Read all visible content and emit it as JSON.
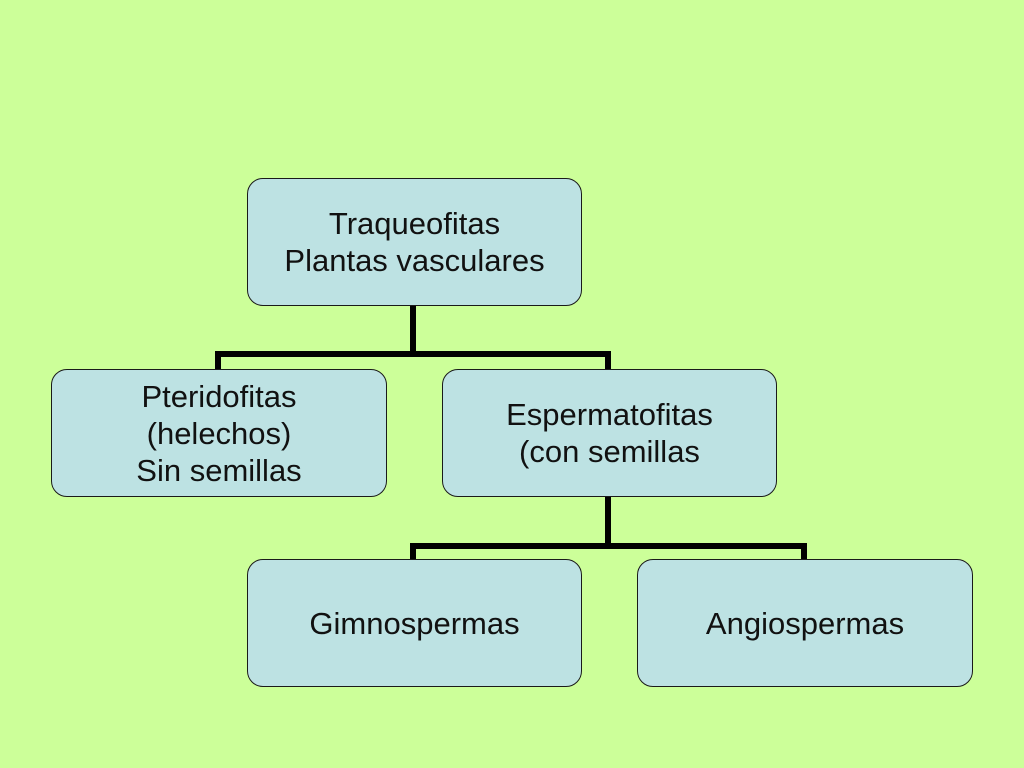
{
  "colors": {
    "background": "#ccff99",
    "node_fill": "#bde2e3",
    "node_border": "#1a1a1a",
    "connector": "#000000",
    "text": "#111111"
  },
  "diagram": {
    "root": {
      "lines": [
        "Traqueofitas",
        "Plantas vasculares"
      ]
    },
    "level1": [
      {
        "lines": [
          "Pteridofitas",
          "(helechos)",
          "Sin semillas"
        ]
      },
      {
        "lines": [
          "Espermatofitas",
          "(con semillas"
        ]
      }
    ],
    "level2": [
      {
        "lines": [
          "Gimnospermas"
        ]
      },
      {
        "lines": [
          "Angiospermas"
        ]
      }
    ]
  }
}
